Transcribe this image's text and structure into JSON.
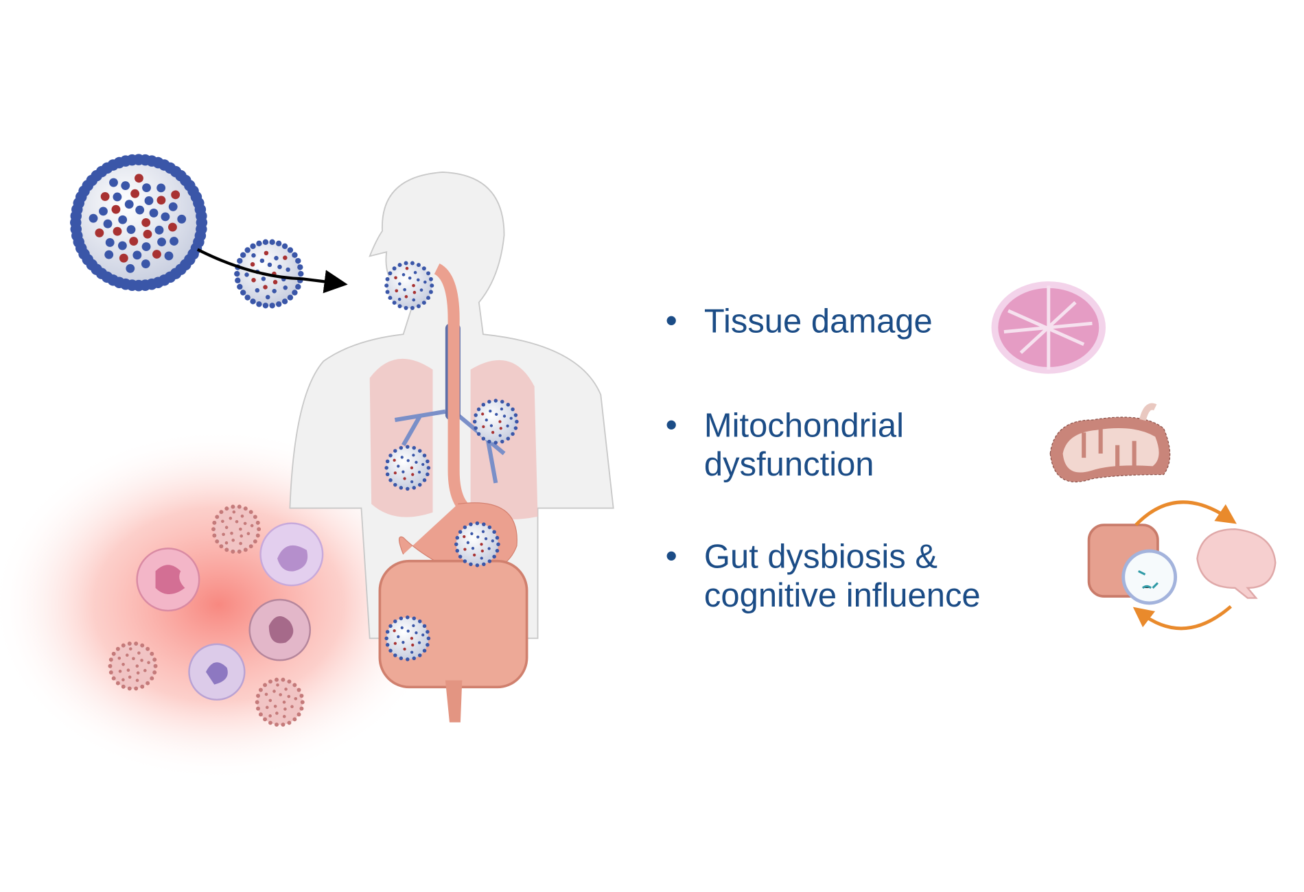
{
  "bullets": [
    {
      "lines": [
        "Tissue damage"
      ]
    },
    {
      "lines": [
        "Mitochondrial",
        "dysfunction"
      ]
    },
    {
      "lines": [
        "Gut dysbiosis &",
        "cognitive influence"
      ]
    }
  ],
  "bullet_symbol": "•",
  "colors": {
    "text": "#1b4c86",
    "virus_spike": "#3a56a8",
    "arrow_orange": "#e98a2c",
    "inflammation": "#f77b72"
  }
}
